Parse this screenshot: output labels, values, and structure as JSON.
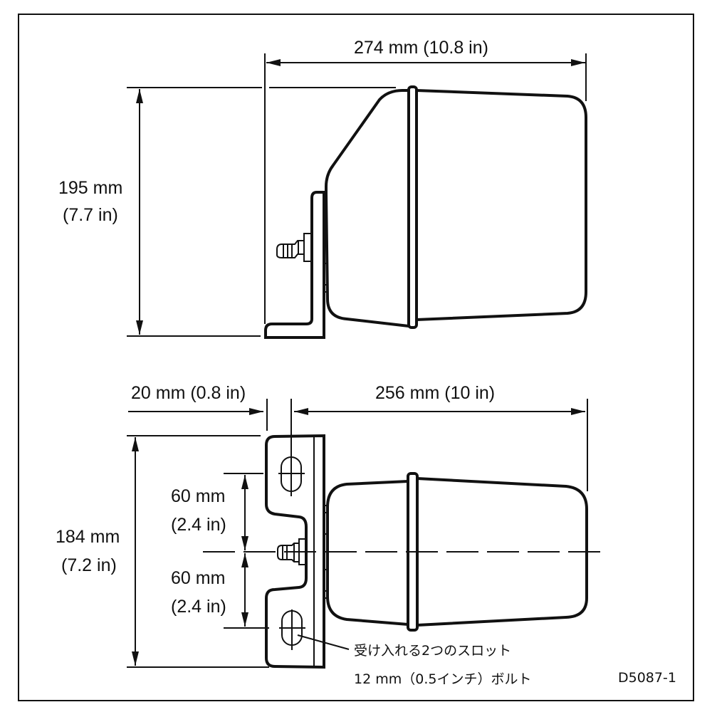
{
  "drawing_id": "D5087-1",
  "top_view": {
    "width_label": "274 mm (10.8 in)",
    "height_label_mm": "195 mm",
    "height_label_in": "(7.7 in)"
  },
  "bottom_view": {
    "offset_label": "20 mm (0.8 in)",
    "length_label": "256 mm (10 in)",
    "height_label_mm": "184 mm",
    "height_label_in": "(7.2 in)",
    "upper_spacing_mm": "60 mm",
    "upper_spacing_in": "(2.4 in)",
    "lower_spacing_mm": "60 mm",
    "lower_spacing_in": "(2.4 in)",
    "slot_note_line1": "受け入れる2つのスロット",
    "slot_note_line2": "12 mm（0.5インチ）ボルト"
  },
  "colors": {
    "line": "#111111",
    "background": "#ffffff"
  }
}
